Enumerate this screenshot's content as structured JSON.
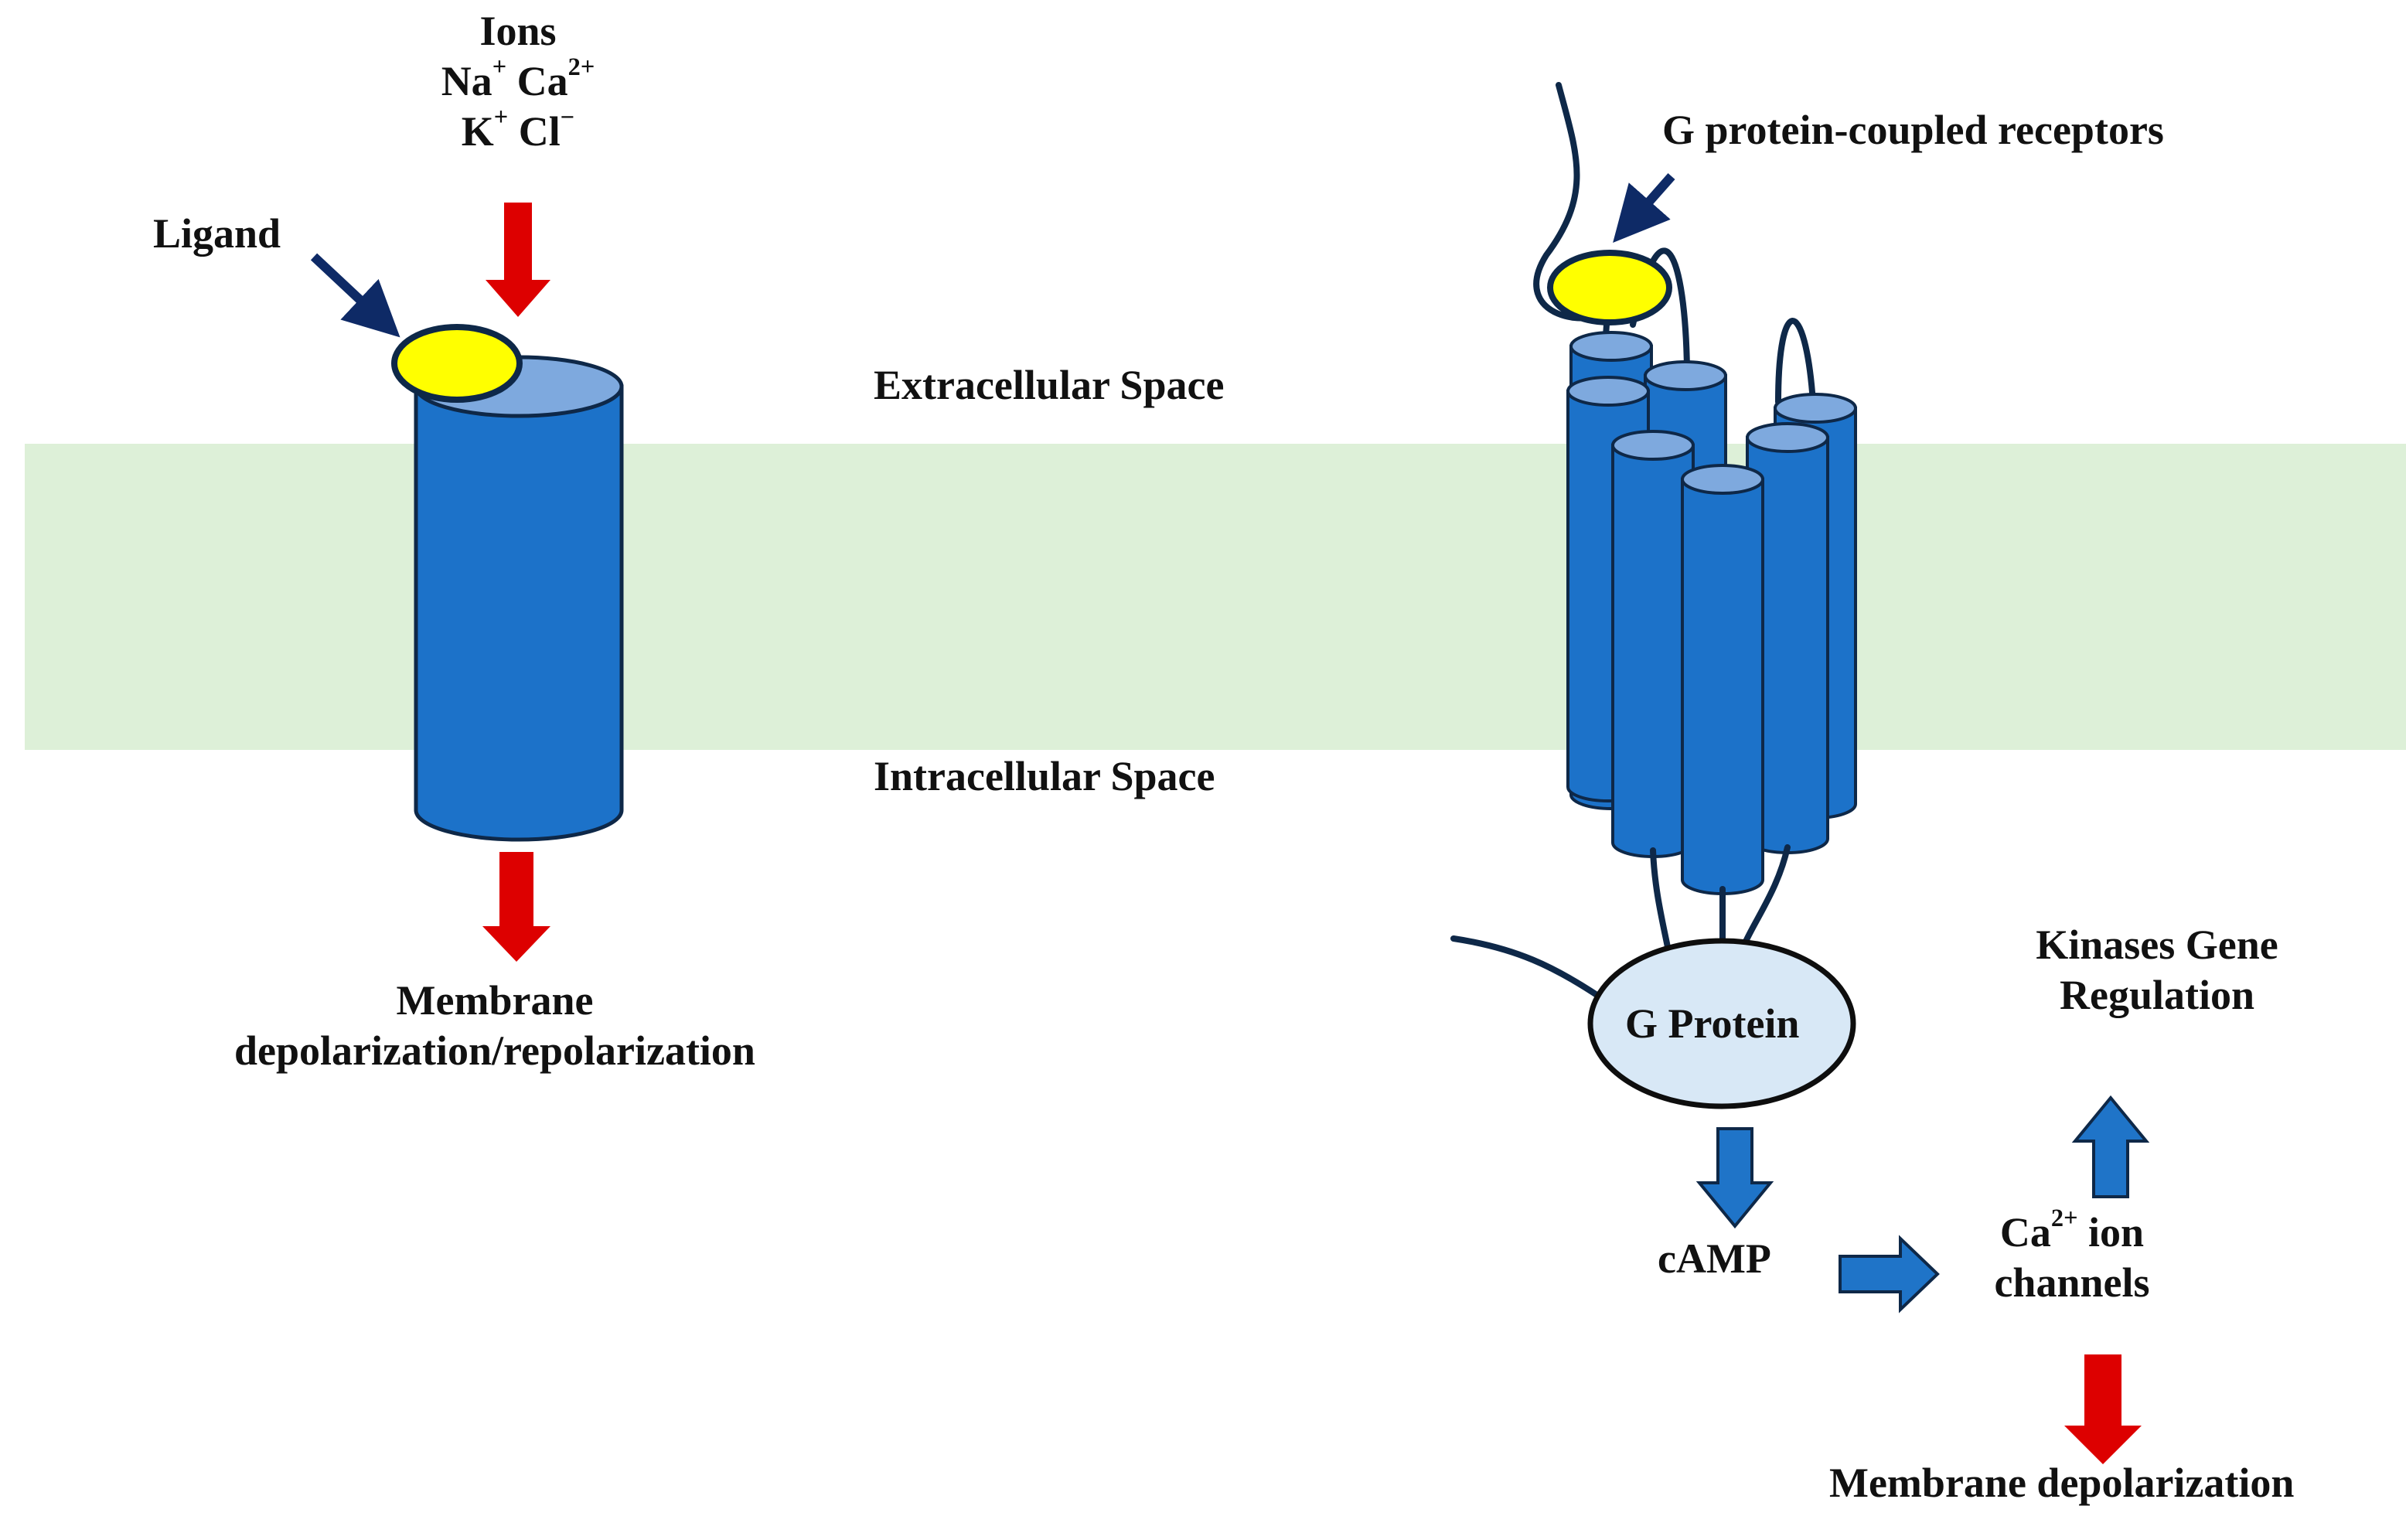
{
  "colors": {
    "membrane": "#ddf0d8",
    "cylinder_body": "#1c72c9",
    "cylinder_top": "#7ea9de",
    "outline": "#0e2848",
    "ligand": "#ffff00",
    "red_arrow": "#dd0000",
    "dark_arrow": "#0e2a66",
    "g_protein_fill": "#d8e8f6",
    "blue_block_arrow": "#1f74c8"
  },
  "icons": [
    "ion-channel-cylinder",
    "ligand-ellipse",
    "gpcr-helix-bundle",
    "red-down-arrow",
    "blue-block-arrow"
  ],
  "labels": {
    "ions": {
      "title": "Ions",
      "na": "Na",
      "na_sup": "+",
      "ca": "Ca",
      "ca_sup": "2+",
      "k": "K",
      "k_sup": "+",
      "cl": "Cl",
      "cl_sup": "−"
    },
    "ligand": "Ligand",
    "extracellular": "Extracellular Space",
    "intracellular": "Intracellular Space",
    "membrane_result_line1": "Membrane",
    "membrane_result_line2": "depolarization/repolarization",
    "gpcr": "G protein-coupled receptors",
    "g_protein": "G Protein",
    "camp": "cAMP",
    "ca_channels": {
      "ca": "Ca",
      "ca_sup": "2+",
      "rest": " ion",
      "line2": "channels"
    },
    "kinases_line1": "Kinases Gene",
    "kinases_line2": "Regulation",
    "membrane_depolarization": "Membrane depolarization"
  }
}
